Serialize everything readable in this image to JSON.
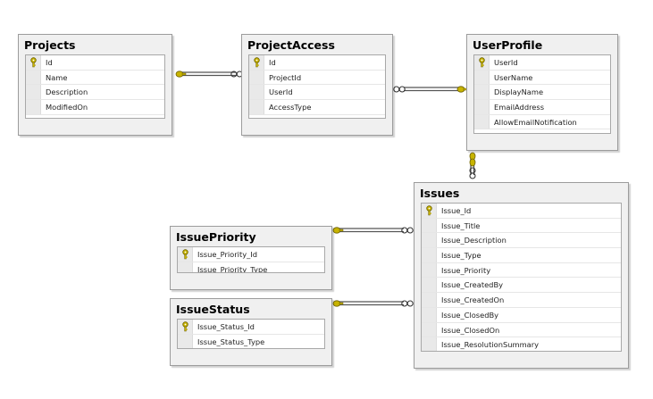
{
  "colors": {
    "key": "#c8b400",
    "line": "#555555",
    "frame": "#9c9c9c",
    "panel": "#f0f0f0"
  },
  "tables": {
    "projects": {
      "title": "Projects",
      "columns": [
        {
          "name": "Id",
          "key": true
        },
        {
          "name": "Name",
          "key": false
        },
        {
          "name": "Description",
          "key": false
        },
        {
          "name": "ModifiedOn",
          "key": false
        }
      ]
    },
    "project_access": {
      "title": "ProjectAccess",
      "columns": [
        {
          "name": "Id",
          "key": true
        },
        {
          "name": "ProjectId",
          "key": false
        },
        {
          "name": "UserId",
          "key": false
        },
        {
          "name": "AccessType",
          "key": false
        }
      ]
    },
    "user_profile": {
      "title": "UserProfile",
      "columns": [
        {
          "name": "UserId",
          "key": true
        },
        {
          "name": "UserName",
          "key": false
        },
        {
          "name": "DisplayName",
          "key": false
        },
        {
          "name": "EmailAddress",
          "key": false
        },
        {
          "name": "AllowEmailNotification",
          "key": false
        }
      ]
    },
    "issues": {
      "title": "Issues",
      "columns": [
        {
          "name": "Issue_Id",
          "key": true
        },
        {
          "name": "Issue_Title",
          "key": false
        },
        {
          "name": "Issue_Description",
          "key": false
        },
        {
          "name": "Issue_Type",
          "key": false
        },
        {
          "name": "Issue_Priority",
          "key": false
        },
        {
          "name": "Issue_CreatedBy",
          "key": false
        },
        {
          "name": "Issue_CreatedOn",
          "key": false
        },
        {
          "name": "Issue_ClosedBy",
          "key": false
        },
        {
          "name": "Issue_ClosedOn",
          "key": false
        },
        {
          "name": "Issue_ResolutionSummary",
          "key": false
        }
      ]
    },
    "issue_priority": {
      "title": "IssuePriority",
      "columns": [
        {
          "name": "Issue_Priority_Id",
          "key": true
        },
        {
          "name": "Issue_Priority_Type",
          "key": false
        }
      ]
    },
    "issue_status": {
      "title": "IssueStatus",
      "columns": [
        {
          "name": "Issue_Status_Id",
          "key": true
        },
        {
          "name": "Issue_Status_Type",
          "key": false
        }
      ]
    }
  }
}
